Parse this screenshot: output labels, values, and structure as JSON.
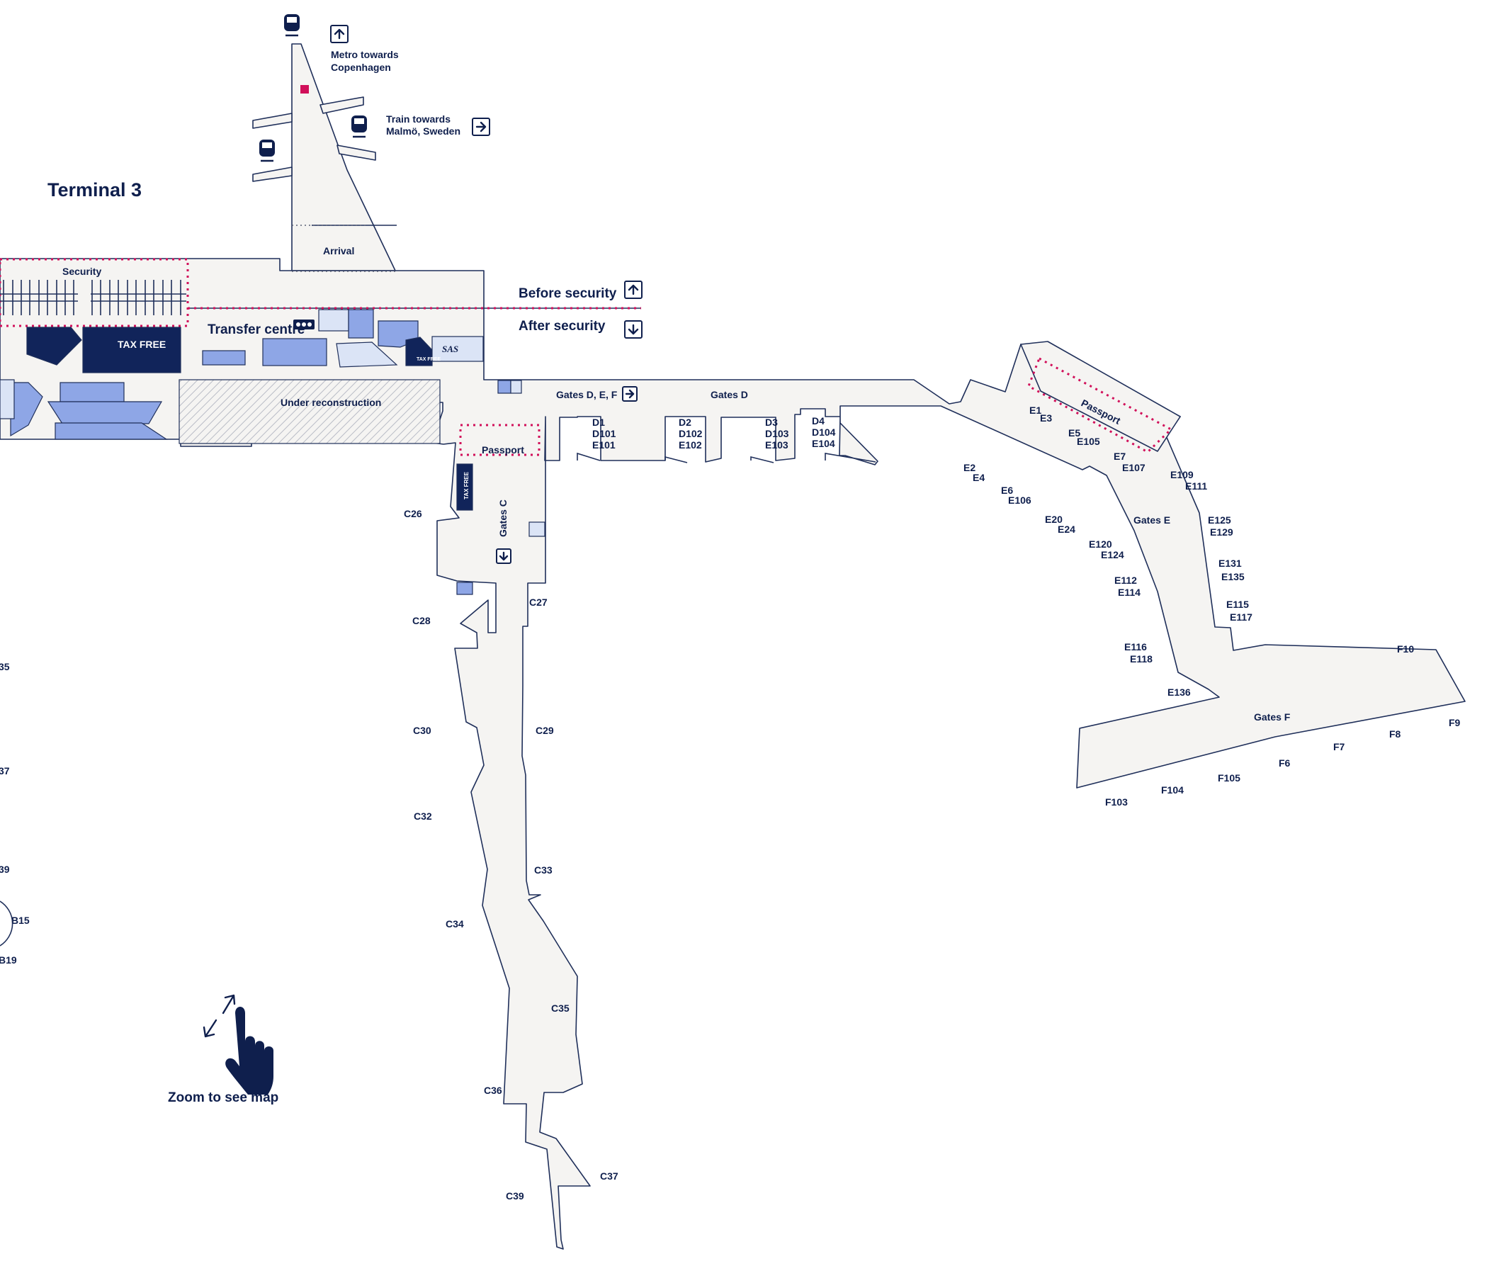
{
  "map": {
    "terminal_title": "Terminal 3",
    "transport": {
      "metro_label_line1": "Metro towards",
      "metro_label_line2": "Copenhagen",
      "train_label_line1": "Train towards",
      "train_label_line2": "Malmö, Sweden"
    },
    "areas": {
      "arrival": "Arrival",
      "security": "Security",
      "transfer_centre": "Transfer centre",
      "under_reconstruction": "Under reconstruction",
      "passport_c": "Passport",
      "passport_e": "Passport",
      "gates_c": "Gates C",
      "gates_d": "Gates D",
      "gates_def": "Gates D, E, F",
      "gates_e": "Gates E",
      "gates_f": "Gates F",
      "before_security": "Before security",
      "after_security": "After security"
    },
    "brands": {
      "tax_free": "TAX FREE",
      "sas": "SAS"
    },
    "gates_c": [
      "C26",
      "C27",
      "C28",
      "C29",
      "C30",
      "C32",
      "C33",
      "C34",
      "C35",
      "C36",
      "C37",
      "C39"
    ],
    "gates_d": [
      [
        "D1",
        "D101",
        "E101"
      ],
      [
        "D2",
        "D102",
        "E102"
      ],
      [
        "D3",
        "D103",
        "E103"
      ],
      [
        "D4",
        "D104",
        "E104"
      ]
    ],
    "gates_e": [
      "E1",
      "E3",
      "E5",
      "E105",
      "E7",
      "E107",
      "E2",
      "E4",
      "E6",
      "E106",
      "E20",
      "E24",
      "E120",
      "E124",
      "E112",
      "E114",
      "E116",
      "E118",
      "E136",
      "E109",
      "E111",
      "E125",
      "E129",
      "E131",
      "E135",
      "E115",
      "E117"
    ],
    "gates_f": [
      "F10",
      "F9",
      "F8",
      "F7",
      "F6",
      "F105",
      "F104",
      "F103"
    ],
    "gates_b_partial": [
      "35",
      "37",
      "39",
      "B15",
      "B19"
    ],
    "hint": "Zoom to see map"
  },
  "colors": {
    "navy": "#0f1f4d",
    "floor": "#f5f4f2",
    "shop_dark": "#11245a",
    "shop_light": "#8ea6e6",
    "security_line": "#d1105a"
  }
}
